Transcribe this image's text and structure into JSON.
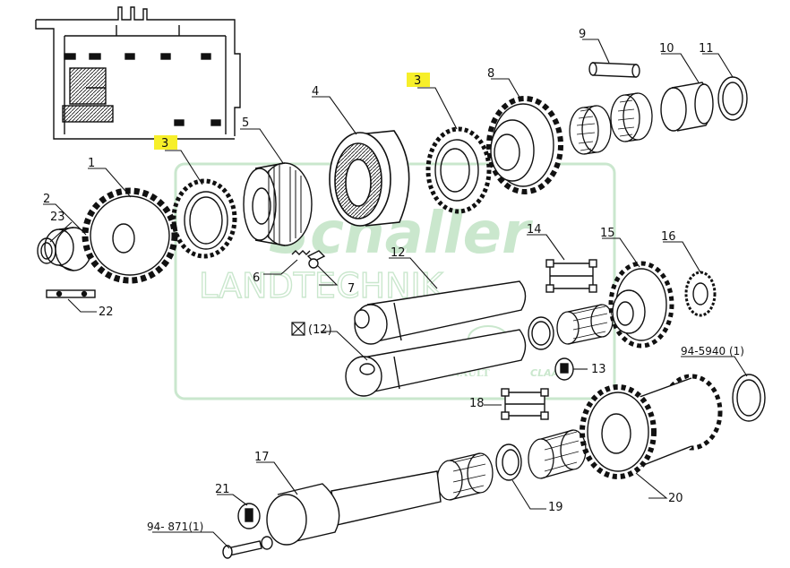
{
  "watermark": {
    "brand": "Schaller",
    "subtitle": "LANDTECHNIK",
    "badge": "RENAULT",
    "badge2": "CLAAS",
    "color": "#9fd4a6"
  },
  "labels": {
    "p1": "1",
    "p2": "2",
    "p3a": "3",
    "p3b": "3",
    "p4": "4",
    "p5": "5",
    "p6": "6",
    "p7": "7",
    "p8": "8",
    "p9": "9",
    "p10": "10",
    "p11": "11",
    "p12": "12",
    "p12b": "(12)",
    "p13": "13",
    "p14": "14",
    "p15": "15",
    "p16": "16",
    "p17": "17",
    "p18": "18",
    "p19": "19",
    "p20": "20",
    "p21": "21",
    "p22": "22",
    "p23": "23",
    "ref1": "94-5940 (1)",
    "ref2": "94- 871(1)"
  },
  "colors": {
    "line": "#111111",
    "highlight": "#f7ef2a"
  }
}
